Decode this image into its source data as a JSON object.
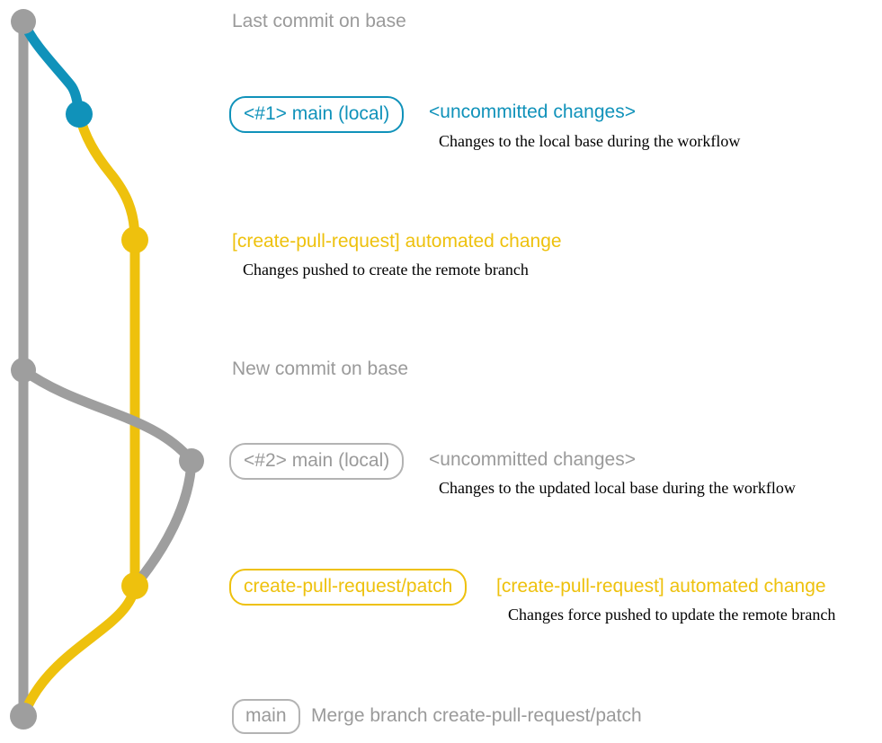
{
  "diagram": {
    "type": "git-branch-workflow",
    "colors": {
      "base_branch_gray": "#9e9e9e",
      "local_changes_blue": "#1092ba",
      "pull_request_yellow": "#eec10d",
      "badge_border_gray": "#b3b3b3",
      "note_text_black": "#000000",
      "background": "#ffffff"
    },
    "nodes": [
      {
        "name": "commit-last-on-base",
        "color": "gray"
      },
      {
        "name": "commit-local-1",
        "color": "blue"
      },
      {
        "name": "commit-automated-1",
        "color": "yellow"
      },
      {
        "name": "commit-new-on-base",
        "color": "gray"
      },
      {
        "name": "commit-local-2",
        "color": "gray"
      },
      {
        "name": "commit-automated-2",
        "color": "yellow"
      },
      {
        "name": "commit-merge",
        "color": "gray"
      }
    ]
  },
  "annotations": {
    "last_commit_title": "Last commit on base",
    "row1": {
      "badge": "<#1> main (local)",
      "status": "<uncommitted changes>",
      "note": "Changes to the local base during the workflow"
    },
    "row2": {
      "title": "[create-pull-request] automated change",
      "note": "Changes pushed to create the remote branch"
    },
    "new_commit_title": "New commit on base",
    "row3": {
      "badge": "<#2> main (local)",
      "status": "<uncommitted changes>",
      "note": "Changes to the updated local base during the workflow"
    },
    "row4": {
      "badge": "create-pull-request/patch",
      "title": "[create-pull-request] automated change",
      "note": "Changes force pushed to update the remote branch"
    },
    "row5": {
      "badge": "main",
      "message": "Merge branch create-pull-request/patch"
    }
  }
}
